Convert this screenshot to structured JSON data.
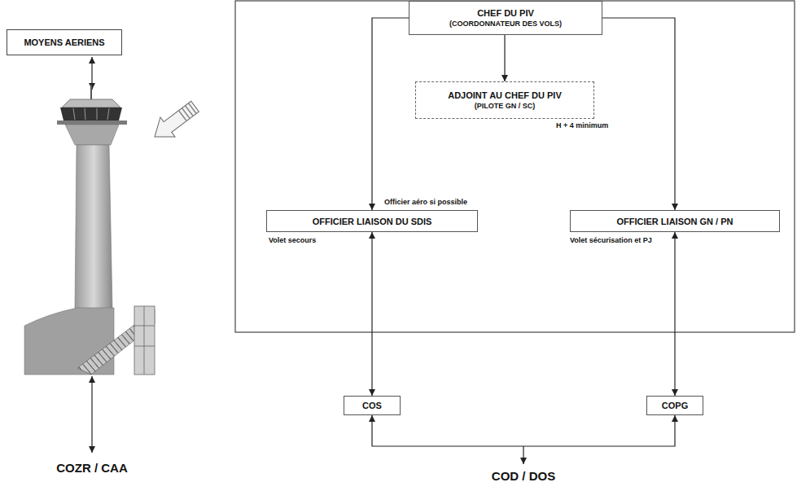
{
  "diagram": {
    "nodes": [
      {
        "text": [
          "MOYENS AERIENS"
        ]
      },
      {
        "text": [
          "CHEF DU PIV",
          "(COORDONNATEUR DES VOLS)"
        ]
      },
      {
        "text": [
          "ADJOINT AU CHEF DU PIV",
          "(PILOTE GN / SC)"
        ]
      },
      {
        "text": [
          "OFFICIER LIAISON DU SDIS"
        ]
      },
      {
        "text": [
          "OFFICIER LIAISON GN / PN"
        ]
      },
      {
        "text": [
          "COS"
        ]
      },
      {
        "text": [
          "COPG"
        ]
      }
    ],
    "edges": [
      {
        "from": 1,
        "to": 2,
        "arrow": "to"
      },
      {
        "from": 1,
        "to": 3,
        "arrow": "to"
      },
      {
        "from": 1,
        "to": 4,
        "arrow": "to"
      },
      {
        "from": 3,
        "to": 5,
        "arrow": "both"
      },
      {
        "from": 4,
        "to": 6,
        "arrow": "both"
      },
      {
        "from": 5,
        "to": 6,
        "arrow": "both"
      }
    ],
    "labels": [
      "H + 4 minimum",
      "Officier aéro si possible",
      "Volet secours",
      "Volet sécurisation et PJ",
      "COZR / CAA",
      "COD / DOS"
    ]
  }
}
